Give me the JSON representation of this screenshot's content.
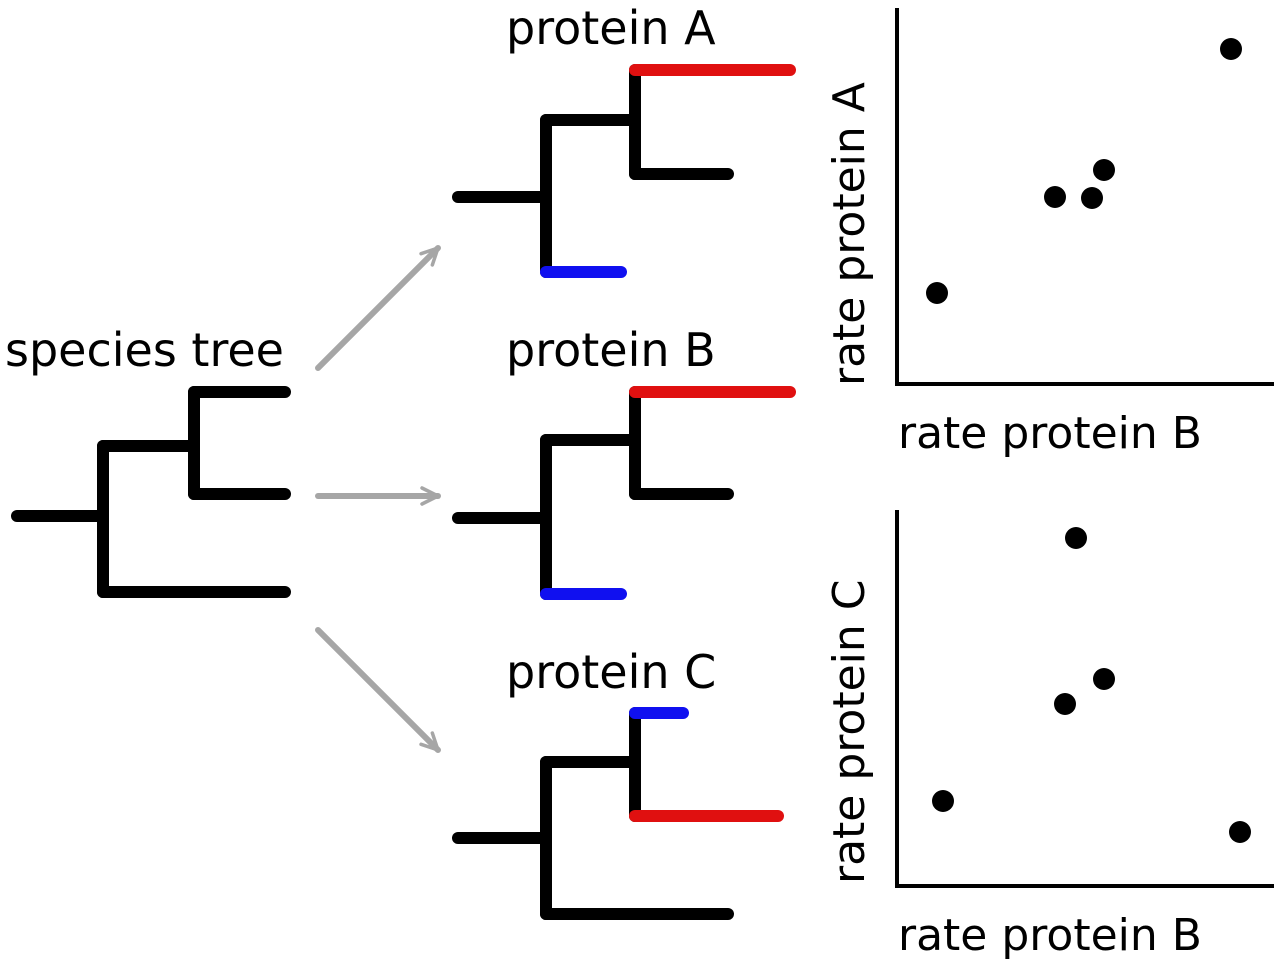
{
  "colors": {
    "tree_branch": "#000000",
    "highlight_red": "#e01010",
    "highlight_blue": "#1010f0",
    "arrow": "#a6a6a6",
    "point": "#000000"
  },
  "species_tree": {
    "label": "species tree"
  },
  "protein_trees": [
    {
      "label": "protein A"
    },
    {
      "label": "protein B"
    },
    {
      "label": "protein C"
    }
  ],
  "scatter_top": {
    "xlabel": "rate protein B",
    "ylabel": "rate protein A"
  },
  "scatter_bottom": {
    "xlabel": "rate protein B",
    "ylabel": "rate protein C"
  }
}
